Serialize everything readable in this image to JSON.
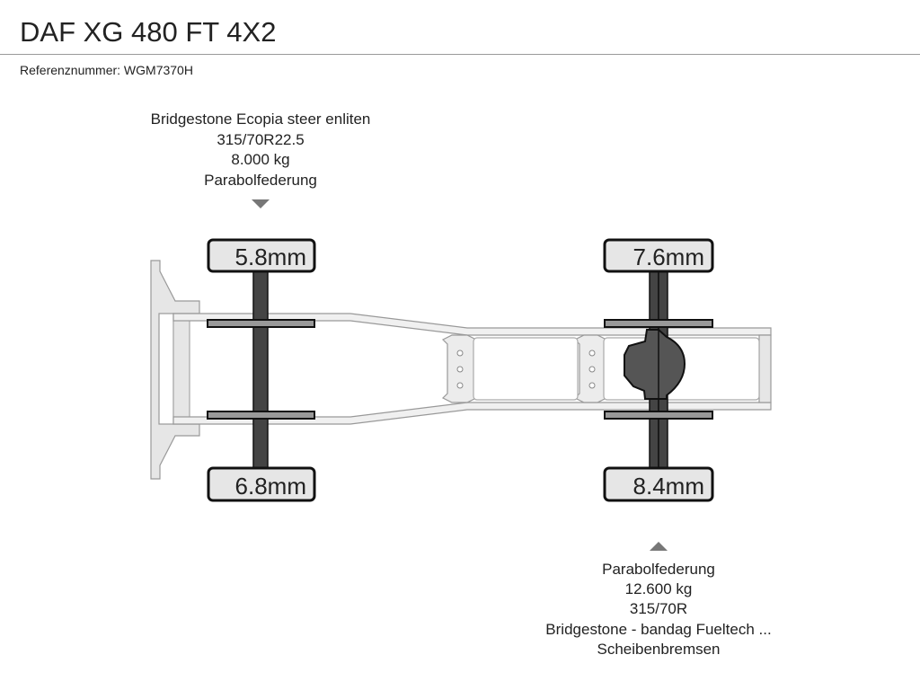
{
  "title": "DAF XG 480 FT 4X2",
  "reference": "Referenznummer: WGM7370H",
  "front_axle": {
    "info": [
      "Bridgestone Ecopia steer enliten",
      "315/70R22.5",
      "8.000 kg",
      "Parabolfederung"
    ],
    "tread_left": "5.8mm",
    "tread_right": "6.8mm"
  },
  "rear_axle": {
    "info": [
      "Parabolfederung",
      "12.600 kg",
      "315/70R",
      "Bridgestone - bandag Fueltech ...",
      "Scheibenbremsen"
    ],
    "tread_left": "7.6mm",
    "tread_right": "8.4mm"
  }
}
